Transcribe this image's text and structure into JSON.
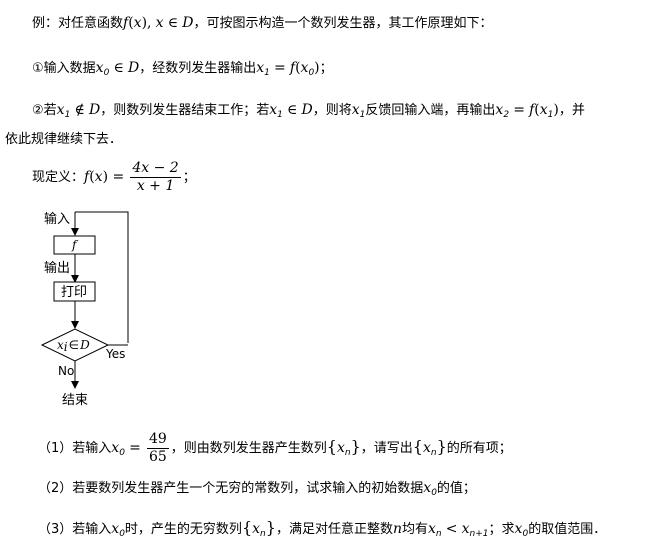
{
  "intro": {
    "lead": "例：对任意函数",
    "func": "f",
    "var": "x",
    "set_sym": "∈",
    "domain": "D",
    "rest": "，可按图示构造一个数列发生器，其工作原理如下："
  },
  "step1": {
    "marker": "①",
    "text_a": "输入数据",
    "in_sym": "∈",
    "text_b": "，经数列发生器输出",
    "semicolon": "；"
  },
  "step2": {
    "marker": "②",
    "text_a": "若",
    "notin_sym": "∉",
    "text_b": "，则数列发生器结束工作；若",
    "text_c": "，则将",
    "text_d": "反馈回输入端，再输出",
    "text_e": "，并",
    "text_f": "依此规律继续下去．"
  },
  "definition": {
    "lead": "现定义：",
    "numerator": "4x − 2",
    "denominator": "x + 1",
    "tail": "；"
  },
  "flowchart": {
    "input_label": "输入",
    "f_box": "f",
    "output_label": "输出",
    "print_box": "打印",
    "condition": "∈",
    "cond_var": "x",
    "cond_sub": "i",
    "cond_set": "D",
    "yes": "Yes",
    "no": "No",
    "end": "结束"
  },
  "q1": {
    "label": "（1）若输入",
    "frac_num": "49",
    "frac_den": "65",
    "text_a": "，则由数列发生器产生数列",
    "text_b": "，请写出",
    "text_c": "的所有项；"
  },
  "q2": {
    "label": "（2）若要数列发生器产生一个无穷的常数列，试求输入的初始数据",
    "tail": "的值；"
  },
  "q3": {
    "label": "（3）若输入",
    "text_a": "时，产生的无穷数列",
    "text_b": "，满足对任意正整数",
    "n_var": "n",
    "text_c": "均有",
    "text_d": "；求",
    "text_e": "的取值范围．"
  }
}
